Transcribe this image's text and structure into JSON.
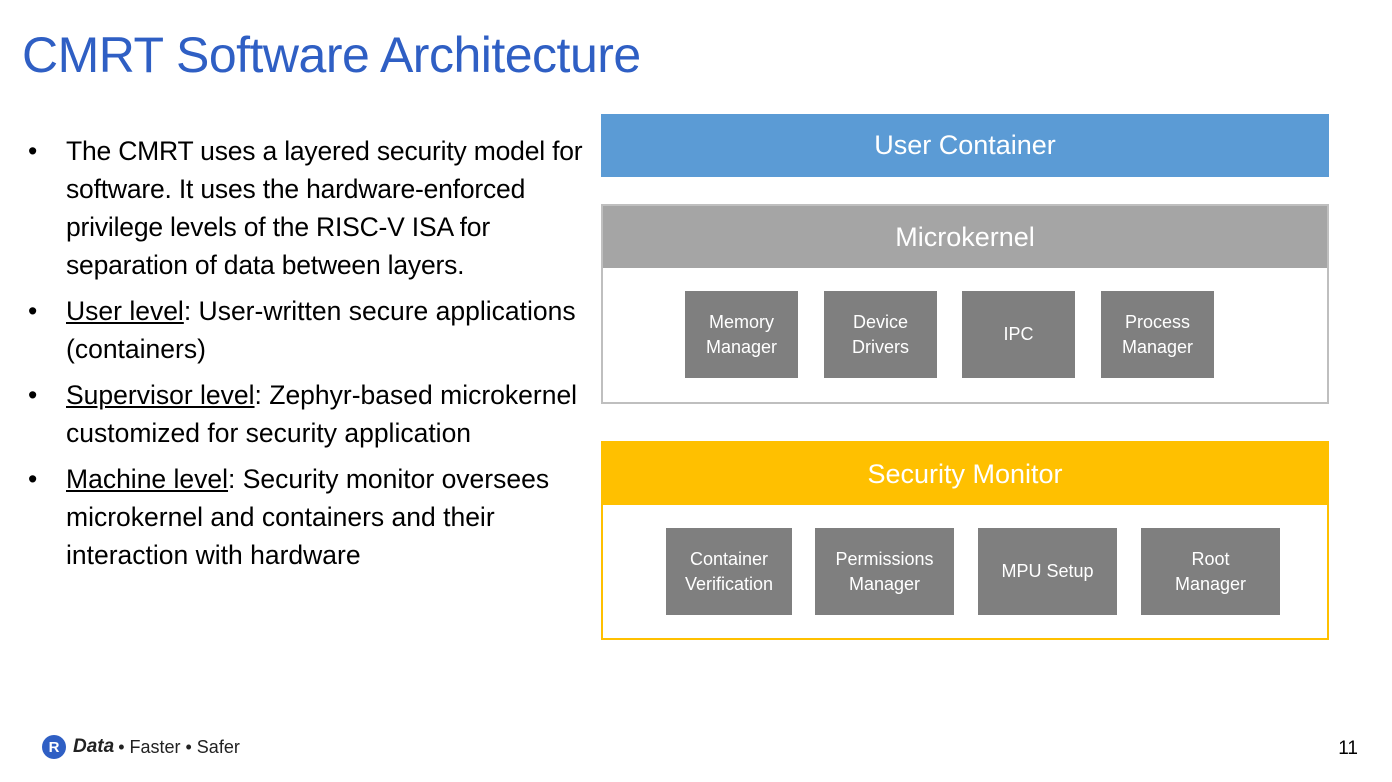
{
  "slide": {
    "title": "CMRT Software Architecture",
    "page_number": "11"
  },
  "bullets": [
    {
      "text": "The CMRT uses a layered security model for software. It uses the hardware-enforced privilege levels of the RISC-V ISA for separation of data between layers."
    },
    {
      "term": "User level",
      "text": ": User-written secure applications (containers)"
    },
    {
      "term": "Supervisor level",
      "text": ": Zephyr-based microkernel customized for security application"
    },
    {
      "term": "Machine level",
      "text": ": Security monitor oversees microkernel and containers and their interaction with hardware"
    }
  ],
  "diagram": {
    "user_container": {
      "label": "User Container"
    },
    "microkernel": {
      "label": "Microkernel",
      "components": [
        {
          "line1": "Memory",
          "line2": "Manager"
        },
        {
          "line1": "Device",
          "line2": "Drivers"
        },
        {
          "line1": "IPC",
          "line2": ""
        },
        {
          "line1": "Process",
          "line2": "Manager"
        }
      ]
    },
    "security_monitor": {
      "label": "Security Monitor",
      "components": [
        {
          "line1": "Container",
          "line2": "Verification"
        },
        {
          "line1": "Permissions",
          "line2": "Manager"
        },
        {
          "line1": "MPU Setup",
          "line2": ""
        },
        {
          "line1": "Root",
          "line2": "Manager"
        }
      ]
    },
    "colors": {
      "user_container": "#5b9bd5",
      "microkernel": "#a5a5a5",
      "security_monitor": "#ffc000",
      "component": "#7f7f7f",
      "title": "#2f5fc4"
    }
  },
  "footer": {
    "logo_icon": "r-logo-icon",
    "logo_letter": "R",
    "logo_word": "Data",
    "tagline": "• Faster • Safer"
  }
}
